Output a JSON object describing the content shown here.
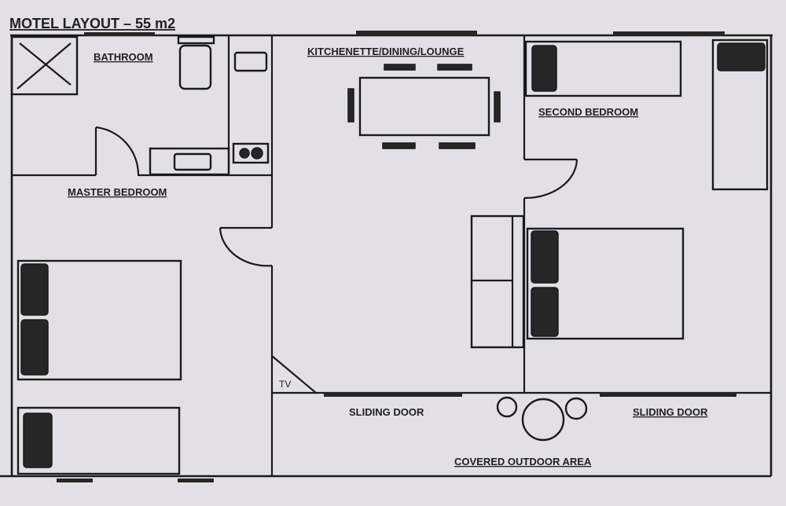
{
  "title": "MOTEL LAYOUT – 55 m2",
  "rooms": {
    "bathroom": "BATHROOM",
    "kitchen": "KITCHENETTE/DINING/LOUNGE",
    "second_bedroom": "SECOND BEDROOM",
    "master_bedroom": "MASTER BEDROOM",
    "outdoor": "COVERED OUTDOOR AREA"
  },
  "labels": {
    "tv": "TV",
    "sliding_door_left": "SLIDING DOOR",
    "sliding_door_right": "SLIDING DOOR"
  }
}
